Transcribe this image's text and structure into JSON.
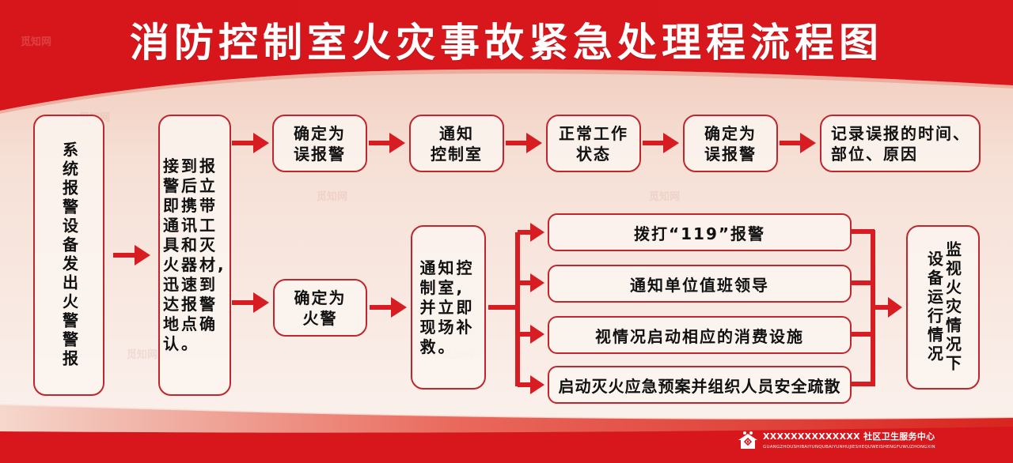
{
  "title": "消防控制室火灾事故紧急处理程流程图",
  "colors": {
    "primary_red": "#d7171c",
    "box_border": "#c0262b",
    "arrow": "#d71d22",
    "text": "#111111",
    "background": "#f7e4da"
  },
  "watermark": "觅知网",
  "flow": {
    "start": {
      "label": "系统报警设备发出火警警报"
    },
    "receive": {
      "label": "接到报警后立即携带通讯工具和灭火器材,迅速到达报警地点确认。"
    },
    "false_alarm_branch": [
      {
        "label_line1": "确定为",
        "label_line2": "误报警"
      },
      {
        "label_line1": "通知",
        "label_line2": "控制室"
      },
      {
        "label_line1": "正常工作",
        "label_line2": "状态"
      },
      {
        "label_line1": "确定为",
        "label_line2": "误报警"
      },
      {
        "label_line1": "记录误报的时间、",
        "label_line2": "部位、原因"
      }
    ],
    "fire_branch": {
      "confirm": {
        "label_line1": "确定为",
        "label_line2": "火警"
      },
      "notify": {
        "label": "通知控制室,并立即现场补救。"
      },
      "actions": [
        {
          "label": "拨打“119”报警"
        },
        {
          "label": "通知单位值班领导"
        },
        {
          "label": "视情况启动相应的消费设施"
        },
        {
          "label": "启动灭火应急预案并组织人员安全疏散"
        }
      ],
      "monitor": {
        "label": "监视火灾情况下设备运行情况"
      }
    }
  },
  "footer": {
    "icon": "community-health-center-logo-icon",
    "name": "XXXXXXXXXXXXXX 社区卫生服务中心",
    "pinyin": "GUANGZHOUSHIBAIYUNQUBAIYUNHUJIESHEQUWEISHENGFUWUZHONGXIN"
  }
}
